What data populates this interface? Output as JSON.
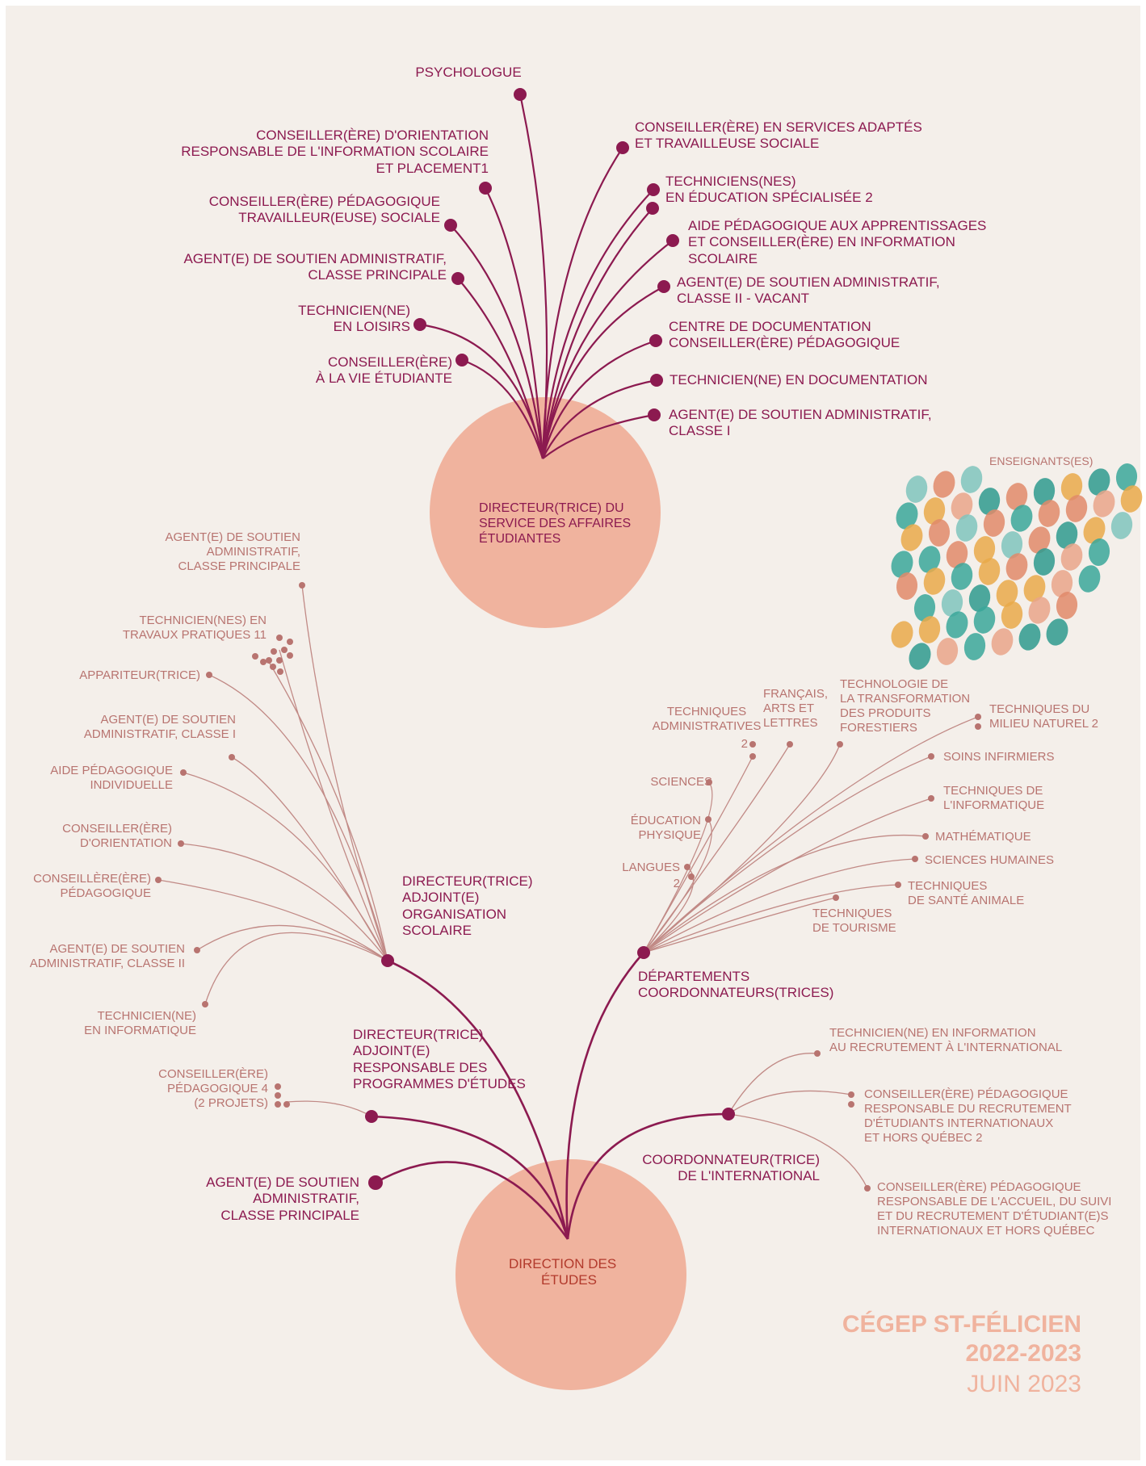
{
  "diagram": {
    "student_services": {
      "hub": [
        "DIRECTEUR(TRICE) DU",
        "SERVICE DES AFFAIRES",
        "ÉTUDIANTES"
      ],
      "left_top": [
        "PSYCHOLOGUE"
      ],
      "left": [
        [
          "CONSEILLER(ÈRE) D'ORIENTATION",
          "RESPONSABLE DE L'INFORMATION SCOLAIRE",
          "ET PLACEMENT1"
        ],
        [
          "CONSEILLER(ÈRE) PÉDAGOGIQUE",
          "TRAVAILLEUR(EUSE)  SOCIALE"
        ],
        [
          "AGENT(E) DE SOUTIEN ADMINISTRATIF,",
          "CLASSE PRINCIPALE"
        ],
        [
          "TECHNICIEN(NE)",
          "EN LOISIRS"
        ],
        [
          "CONSEILLER(ÈRE)",
          "À LA VIE ÉTUDIANTE"
        ]
      ],
      "right": [
        [
          "CONSEILLER(ÈRE) EN SERVICES ADAPTÉS",
          "ET TRAVAILLEUSE SOCIALE"
        ],
        [
          "TECHNICIENS(NES)",
          "EN ÉDUCATION SPÉCIALISÉE 2"
        ],
        [
          "AIDE PÉDAGOGIQUE AUX APPRENTISSAGES",
          "ET CONSEILLER(ÈRE) EN INFORMATION",
          "SCOLAIRE"
        ],
        [
          "AGENT(E) DE SOUTIEN ADMINISTRATIF,",
          "CLASSE II - VACANT"
        ],
        [
          "CENTRE DE DOCUMENTATION",
          "CONSEILLER(ÈRE) PÉDAGOGIQUE"
        ],
        [
          "TECHNICIEN(NE) EN DOCUMENTATION"
        ],
        [
          "AGENT(E) DE SOUTIEN ADMINISTRATIF,",
          "CLASSE I"
        ]
      ]
    },
    "teachers_label": "ENSEIGNANTS(ES)",
    "school_org": {
      "hub": [
        "DIRECTEUR(TRICE)",
        "ADJOINT(E)",
        "ORGANISATION",
        "SCOLAIRE"
      ],
      "leaves": [
        [
          "AGENT(E) DE SOUTIEN",
          "ADMINISTRATIF,",
          "CLASSE PRINCIPALE"
        ],
        [
          "TECHNICIEN(NES) EN",
          "TRAVAUX PRATIQUES 11"
        ],
        [
          "APPARITEUR(TRICE)"
        ],
        [
          "AGENT(E) DE SOUTIEN",
          "ADMINISTRATIF, CLASSE I"
        ],
        [
          "AIDE PÉDAGOGIQUE",
          "INDIVIDUELLE"
        ],
        [
          "CONSEILLER(ÈRE)",
          "D'ORIENTATION"
        ],
        [
          "CONSEILLÈRE(ÈRE)",
          "PÉDAGOGIQUE"
        ],
        [
          "AGENT(E) DE SOUTIEN",
          "ADMINISTRATIF, CLASSE II"
        ],
        [
          "TECHNICIEN(NE)",
          "EN INFORMATIQUE"
        ]
      ]
    },
    "departments": {
      "hub": [
        "DÉPARTEMENTS",
        "COORDONNATEURS(TRICES)"
      ],
      "leaves": [
        [
          "TECHNIQUES",
          "ADMINISTRATIVES"
        ],
        [
          "FRANÇAIS,",
          "ARTS ET",
          "LETTRES"
        ],
        [
          "TECHNOLOGIE DE",
          "LA TRANSFORMATION",
          "DES PRODUITS",
          "FORESTIERS"
        ],
        [
          "TECHNIQUES DU",
          "MILIEU NATUREL 2"
        ],
        [
          "SCIENCES"
        ],
        [
          "SOINS INFIRMIERS"
        ],
        [
          "TECHNIQUES DE",
          "L'INFORMATIQUE"
        ],
        [
          "ÉDUCATION",
          "PHYSIQUE"
        ],
        [
          "MATHÉMATIQUE"
        ],
        [
          "SCIENCES HUMAINES"
        ],
        [
          "LANGUES"
        ],
        [
          "TECHNIQUES",
          "DE SANTÉ ANIMALE"
        ],
        [
          "TECHNIQUES",
          "DE TOURISME"
        ]
      ],
      "count_admin": "2",
      "count_langues": "2"
    },
    "programs": {
      "hub": [
        "DIRECTEUR(TRICE)",
        "ADJOINT(E)",
        "RESPONSABLE DES",
        "PROGRAMMES D'ÉTUDES"
      ],
      "leaf": [
        "CONSEILLER(ÈRE)",
        "PÉDAGOGIQUE 4",
        "(2 PROJETS)"
      ]
    },
    "admin_agent": [
      "AGENT(E) DE SOUTIEN",
      "ADMINISTRATIF,",
      "CLASSE PRINCIPALE"
    ],
    "international": {
      "hub": [
        "COORDONNATEUR(TRICE)",
        "DE L'INTERNATIONAL"
      ],
      "leaves": [
        [
          "TECHNICIEN(NE) EN INFORMATION",
          "AU RECRUTEMENT À L'INTERNATIONAL"
        ],
        [
          "CONSEILLER(ÈRE) PÉDAGOGIQUE",
          "RESPONSABLE DU RECRUTEMENT",
          "D'ÉTUDIANTS INTERNATIONAUX",
          "ET HORS QUÉBEC 2"
        ],
        [
          "CONSEILLER(ÈRE) PÉDAGOGIQUE",
          "RESPONSABLE DE L'ACCUEIL, DU SUIVI",
          "ET DU RECRUTEMENT D'ÉTUDIANT(E)S",
          "INTERNATIONAUX ET HORS QUÉBEC"
        ]
      ]
    },
    "root": [
      "DIRECTION DES",
      "ÉTUDES"
    ]
  },
  "footer": {
    "org": "CÉGEP ST-FÉLICIEN",
    "year": "2022-2023",
    "date": "JUIN 2023"
  },
  "colors": {
    "background": "#f4efea",
    "dark": "#8c1a50",
    "light": "#b87470",
    "circle": "#f0b39e"
  }
}
